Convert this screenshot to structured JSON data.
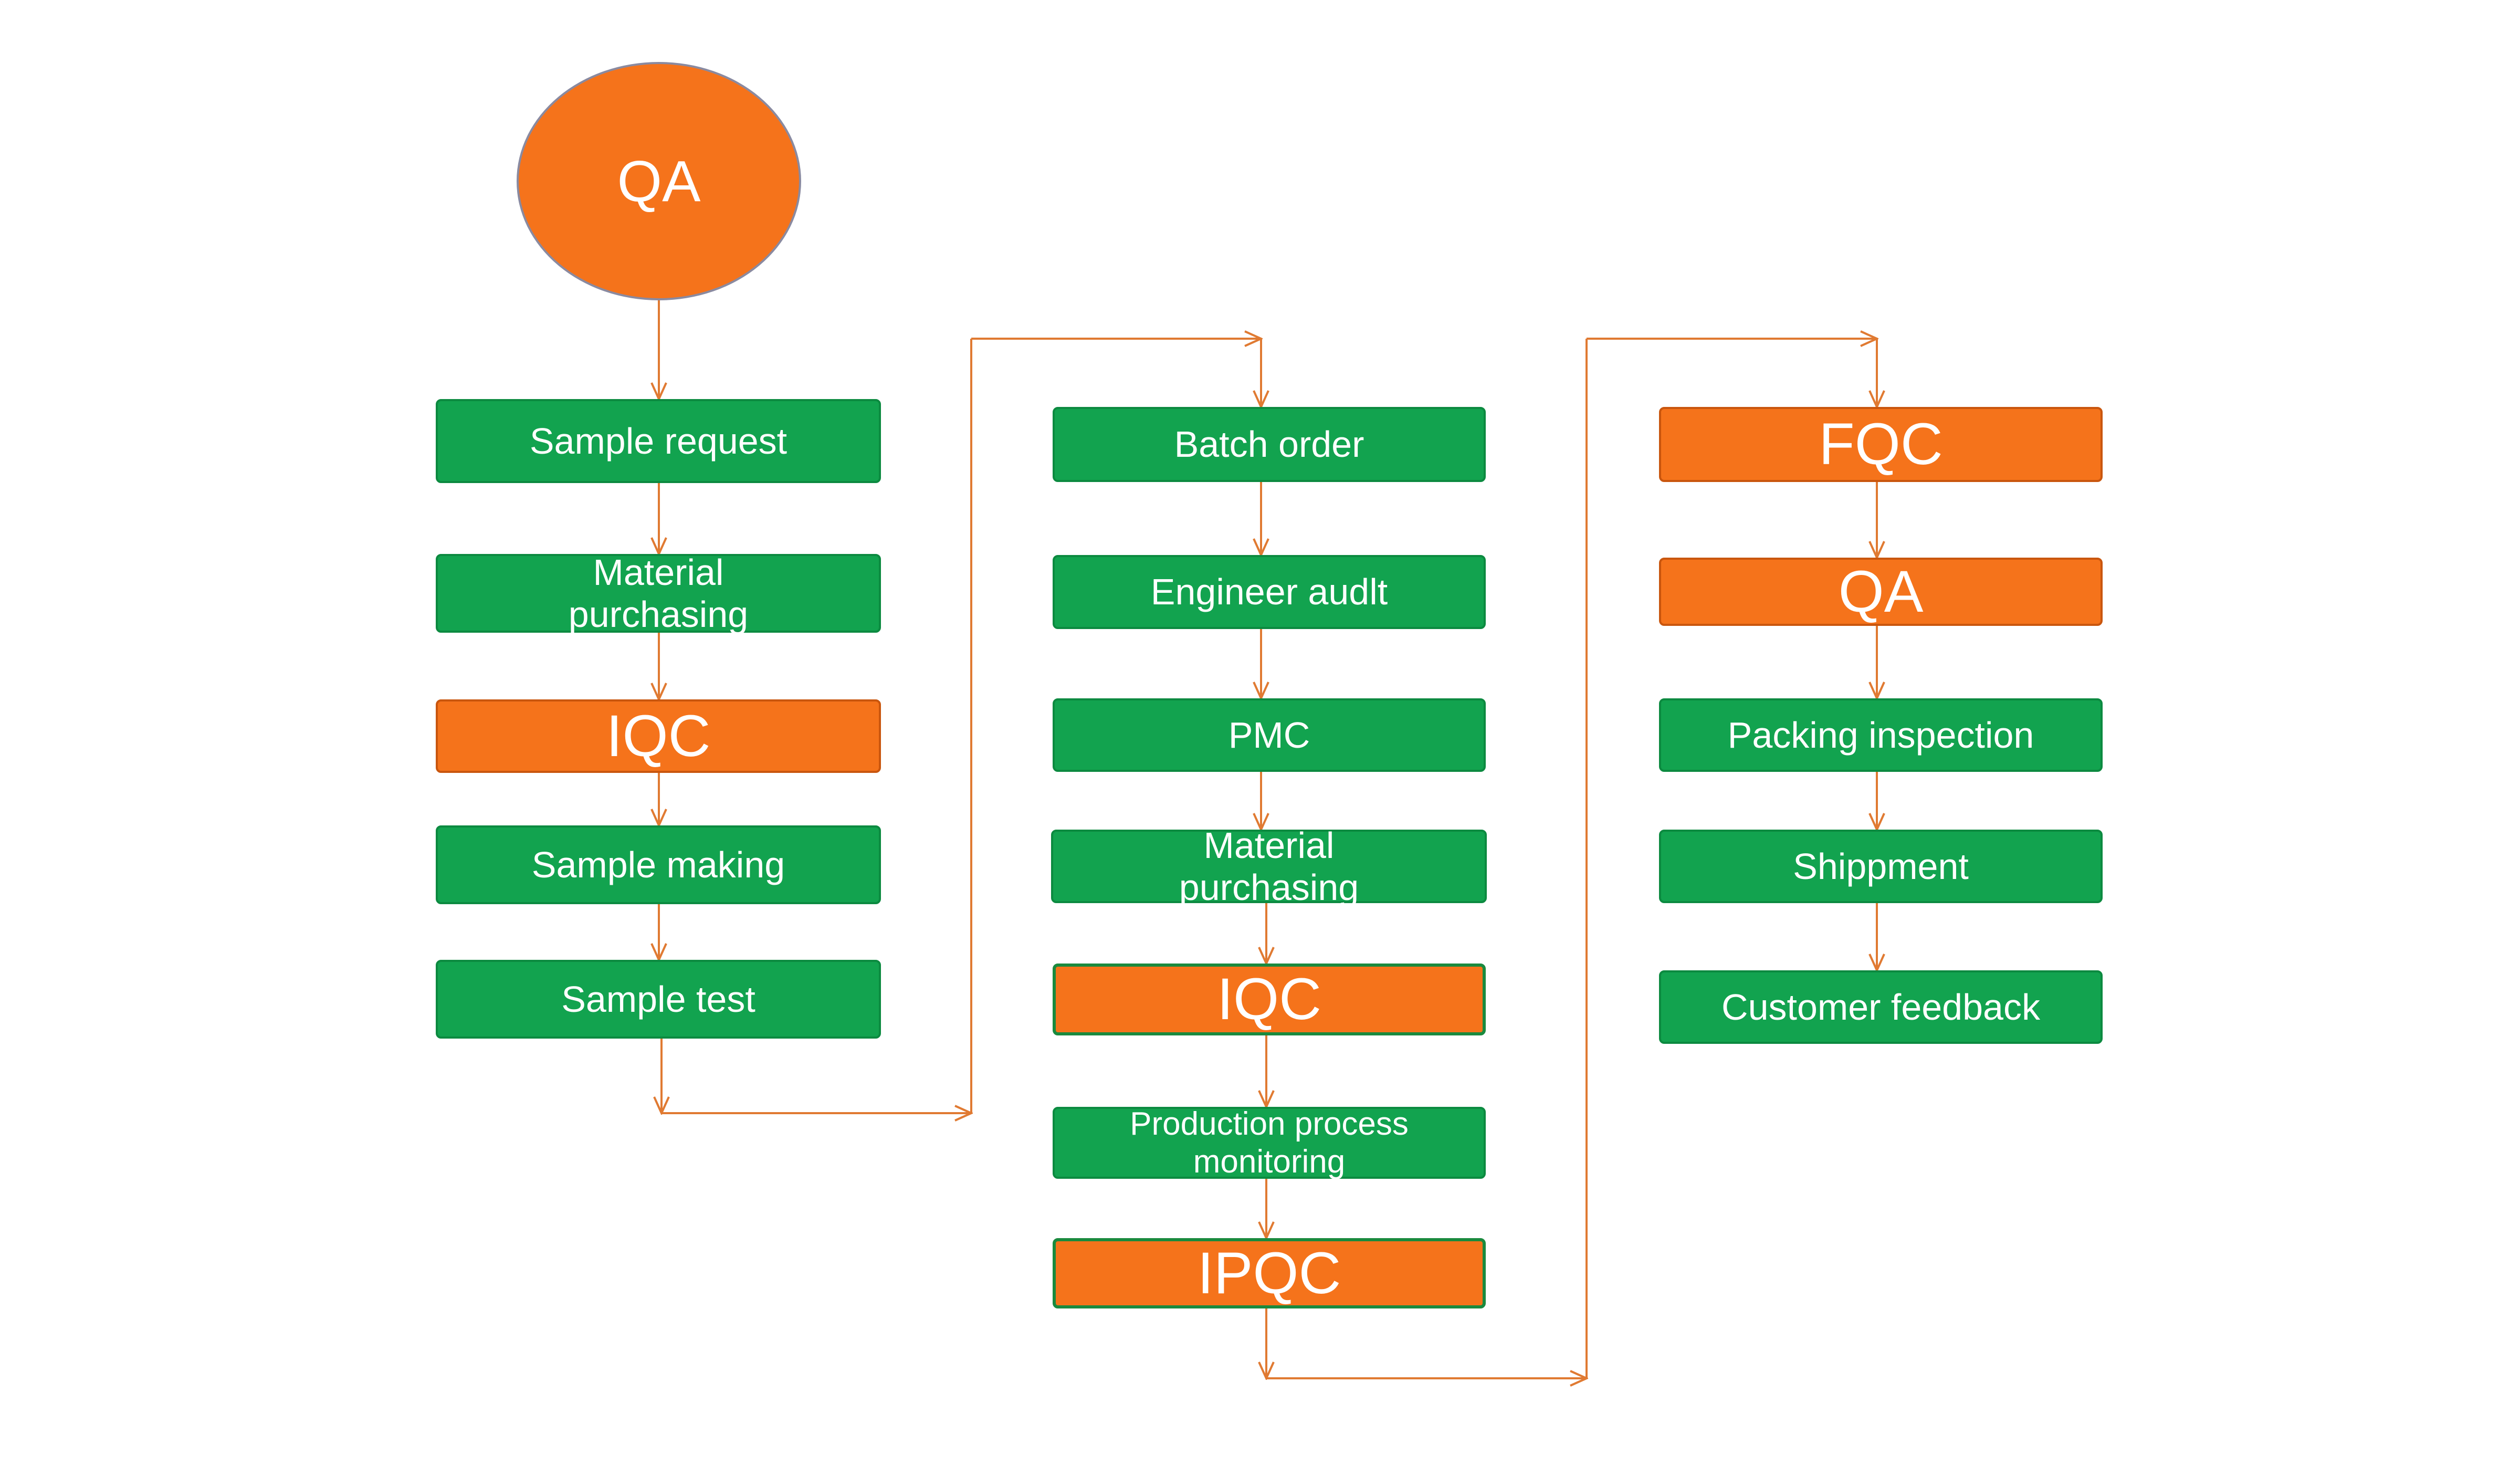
{
  "start": {
    "label": "QA"
  },
  "column1": {
    "sample_request": "Sample request",
    "material_purchasing": "Material purchasing",
    "iqc": "IQC",
    "sample_making": "Sample making",
    "sample_test": "Sample test"
  },
  "column2": {
    "batch_order": "Batch order",
    "engineer_audit": "Engineer audlt",
    "pmc": "PMC",
    "material_purchasing": "Material purchasing",
    "iqc": "IQC",
    "production_process_monitoring": "Production process monitoring",
    "ipqc": "IPQC"
  },
  "column3": {
    "fqc": "FQC",
    "qa": "QA",
    "packing_inspection": "Packing inspection",
    "shippment": "Shippment",
    "customer_feedback": "Customer feedback"
  },
  "colors": {
    "green": "#12a34f",
    "orange": "#f5731b",
    "connector": "#e07a32"
  }
}
